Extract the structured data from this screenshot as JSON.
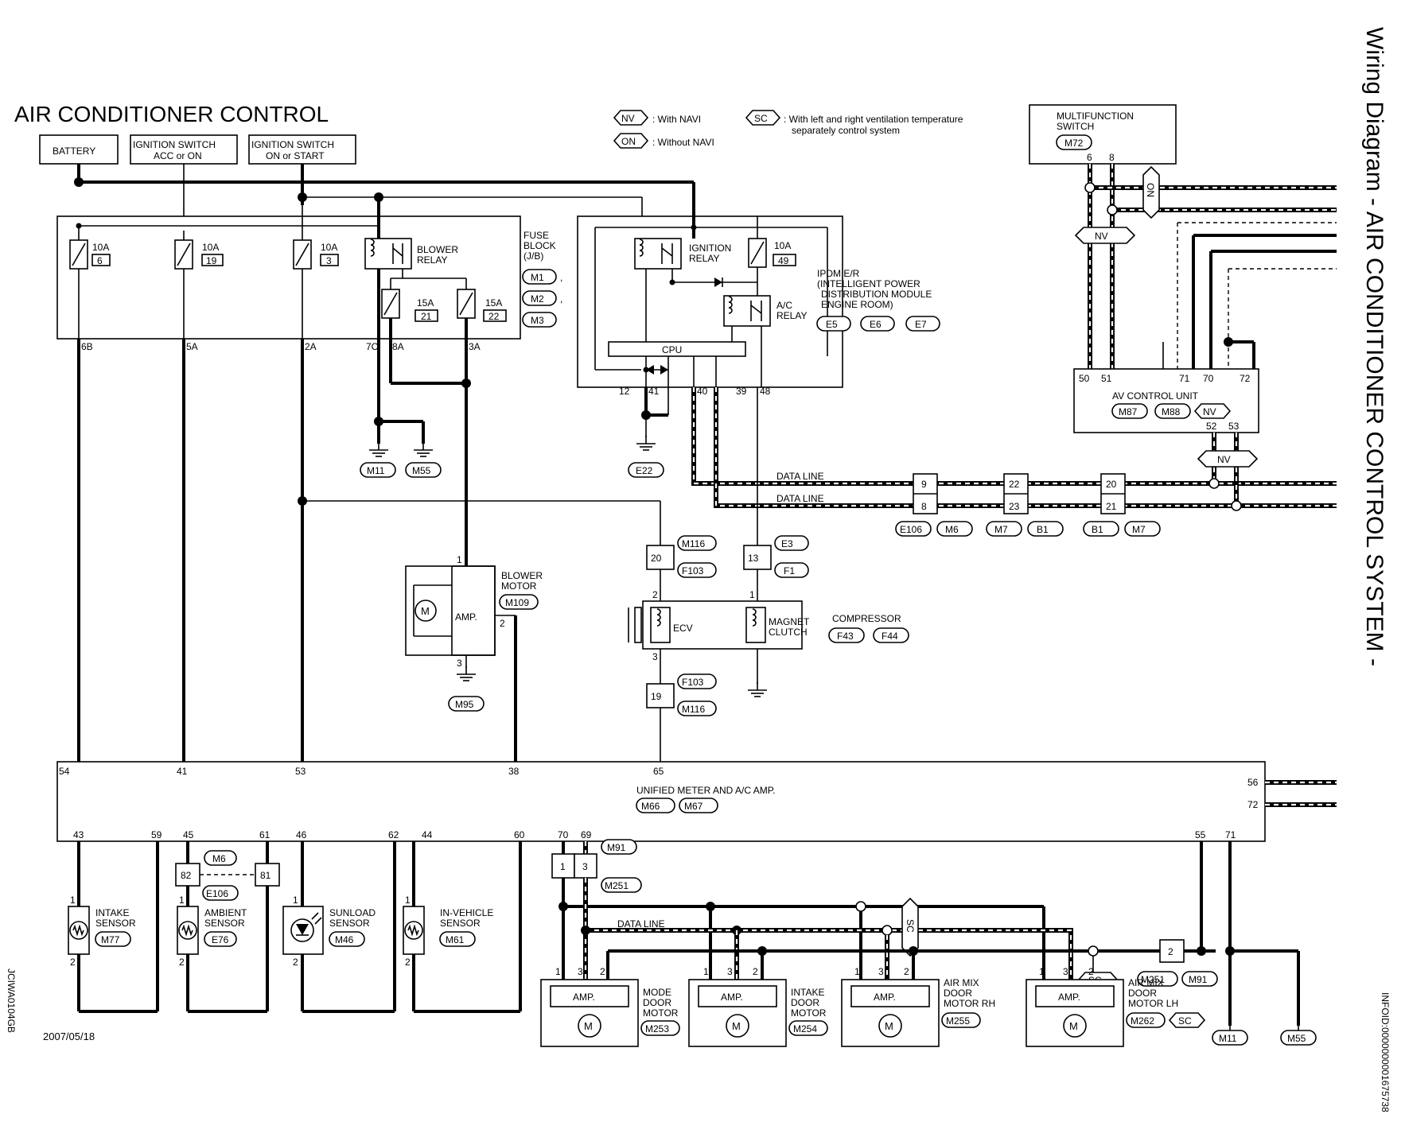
{
  "title": "AIR CONDITIONER CONTROL",
  "side_title": "Wiring Diagram - AIR CONDITIONER CONTROL SYSTEM -",
  "date": "2007/05/18",
  "side_code": "JCIWA0104GB",
  "info_code": "INFOID:0000000001675738",
  "legend": {
    "nv_tag": "NV",
    "nv_desc": ": With NAVI",
    "on_tag": "ON",
    "on_desc": ": Without NAVI",
    "sc_tag": "SC",
    "sc_desc1": ": With left and right ventilation temperature",
    "sc_desc2": "separately control system"
  },
  "power": {
    "battery": "BATTERY",
    "ign_acc_1": "IGNITION SWITCH",
    "ign_acc_2": "ACC or ON",
    "ign_on_1": "IGNITION SWITCH",
    "ign_on_2": "ON or START"
  },
  "fuse_block": {
    "label1": "FUSE",
    "label2": "BLOCK",
    "label3": "(J/B)",
    "conn": [
      "M1",
      "M2",
      "M3"
    ],
    "fuses": [
      {
        "amp": "10A",
        "num": "6"
      },
      {
        "amp": "10A",
        "num": "19"
      },
      {
        "amp": "10A",
        "num": "3"
      },
      {
        "amp": "15A",
        "num": "21"
      },
      {
        "amp": "15A",
        "num": "22"
      }
    ],
    "relay1": "BLOWER",
    "relay2": "RELAY",
    "pins": [
      "6B",
      "5A",
      "2A",
      "7C",
      "8A",
      "3A"
    ],
    "sep": ","
  },
  "ipdm": {
    "relay_ign1": "IGNITION",
    "relay_ign2": "RELAY",
    "fuse_amp": "10A",
    "fuse_num": "49",
    "ac_relay1": "A/C",
    "ac_relay2": "RELAY",
    "cpu": "CPU",
    "l1": "IPDM E/R",
    "l2": "(INTELLIGENT POWER",
    "l3": "DISTRIBUTION MODULE",
    "l4": "ENGINE ROOM)",
    "conn": [
      "E5",
      "E6",
      "E7"
    ],
    "pins": [
      "12",
      "41",
      "40",
      "39",
      "48"
    ]
  },
  "grounds": {
    "g1": "M11",
    "g2": "M55",
    "g3": "E22",
    "g4": "M95",
    "g5": "M11",
    "g6": "M55"
  },
  "data_line": "DATA LINE",
  "data_connectors": {
    "c1_top": "9",
    "c1_bot": "8",
    "c1_a": "E106",
    "c1_b": "M6",
    "c2_top": "22",
    "c2_bot": "23",
    "c2_a": "M7",
    "c2_b": "B1",
    "c3_top": "20",
    "c3_bot": "21",
    "c3_a": "B1",
    "c3_b": "M7"
  },
  "multifunction": {
    "l1": "MULTIFUNCTION",
    "l2": "SWITCH",
    "conn": "M72",
    "pin_a": "6",
    "pin_b": "8"
  },
  "av_unit": {
    "label": "AV CONTROL UNIT",
    "conn_a": "M87",
    "conn_b": "M88",
    "tag": "NV",
    "pins_top": [
      "50",
      "51",
      "71",
      "70",
      "72"
    ],
    "pins_bot": [
      "52",
      "53"
    ]
  },
  "blower_motor": {
    "l1": "BLOWER",
    "l2": "MOTOR",
    "conn": "M109",
    "amp": "AMP.",
    "m": "M",
    "pin1": "1",
    "pin2": "2",
    "pin3": "3"
  },
  "compressor": {
    "label": "COMPRESSOR",
    "conn_a": "F43",
    "conn_b": "F44",
    "ecv": "ECV",
    "mc1": "MAGNET",
    "mc2": "CLUTCH",
    "pin1": "1",
    "pin2": "2",
    "pin3": "3"
  },
  "joints": {
    "j20": "20",
    "j20_a": "M116",
    "j20_b": "F103",
    "j13": "13",
    "j13_a": "E3",
    "j13_b": "F1",
    "j19": "19",
    "j19_a": "F103",
    "j19_b": "M116"
  },
  "unified": {
    "label": "UNIFIED METER AND A/C AMP.",
    "conn_a": "M66",
    "conn_b": "M67",
    "pins_top": [
      "54",
      "41",
      "53",
      "38",
      "65"
    ],
    "pins_right": [
      "56",
      "72"
    ],
    "pins_bot": [
      "43",
      "59",
      "45",
      "61",
      "46",
      "62",
      "44",
      "60",
      "70",
      "69",
      "55",
      "71"
    ]
  },
  "sensor_joints": {
    "j82": "82",
    "j81": "81",
    "conn_a": "M6",
    "conn_b": "E106"
  },
  "motor_joints": {
    "j1": "1",
    "j3": "3",
    "conn_a": "M91",
    "conn_b": "M251",
    "j2": "2",
    "conn_c": "M251",
    "conn_d": "M91"
  },
  "sensors": [
    {
      "l1": "INTAKE",
      "l2": "SENSOR",
      "conn": "M77"
    },
    {
      "l1": "AMBIENT",
      "l2": "SENSOR",
      "conn": "E76"
    },
    {
      "l1": "SUNLOAD",
      "l2": "SENSOR",
      "conn": "M46"
    },
    {
      "l1": "IN-VEHICLE",
      "l2": "SENSOR",
      "conn": "M61"
    }
  ],
  "door_motors": [
    {
      "l1": "MODE",
      "l2": "DOOR",
      "l3": "MOTOR",
      "conn": "M253"
    },
    {
      "l1": "INTAKE",
      "l2": "DOOR",
      "l3": "MOTOR",
      "conn": "M254"
    },
    {
      "l1": "AIR MIX",
      "l2": "DOOR",
      "l3": "MOTOR RH",
      "conn": "M255"
    },
    {
      "l1": "AIR MIX",
      "l2": "DOOR",
      "l3": "MOTOR LH",
      "conn": "M262"
    }
  ],
  "motor_amp": "AMP.",
  "motor_m": "M",
  "pin_1": "1",
  "pin_2": "2",
  "pin_3": "3"
}
